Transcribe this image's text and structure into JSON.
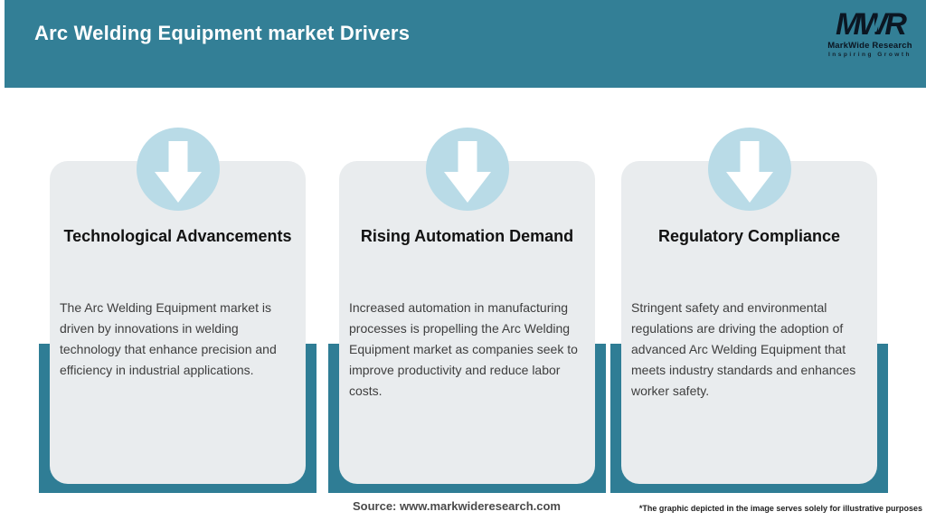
{
  "header": {
    "title": "Arc Welding Equipment market Drivers",
    "logo": {
      "monogram": "MWR",
      "name": "MarkWide Research",
      "tagline": "Inspiring Growth"
    }
  },
  "cards": [
    {
      "icon": "down-arrow-icon",
      "title": "Technological Advancements",
      "body": "The Arc Welding Equipment market is driven by innovations in welding technology that enhance precision and efficiency in industrial applications."
    },
    {
      "icon": "down-arrow-icon",
      "title": "Rising Automation Demand",
      "body": "Increased automation in manufacturing processes is propelling the Arc Welding Equipment market as companies seek to improve productivity and reduce labor costs."
    },
    {
      "icon": "down-arrow-icon",
      "title": "Regulatory Compliance",
      "body": "Stringent safety and environmental regulations are driving the adoption of advanced Arc Welding Equipment that meets industry standards and enhances worker safety."
    }
  ],
  "footer": {
    "source": "Source: www.markwideresearch.com",
    "disclaimer": "*The graphic depicted in the image serves solely for illustrative purposes"
  },
  "colors": {
    "header_teal": "#337f96",
    "backing_teal": "#2f7d95",
    "card_gray": "#e9ecee",
    "circle_blue": "#b9dbe7",
    "arrow_white": "#ffffff",
    "title_text": "#121212",
    "body_text": "#3e3e3e"
  }
}
